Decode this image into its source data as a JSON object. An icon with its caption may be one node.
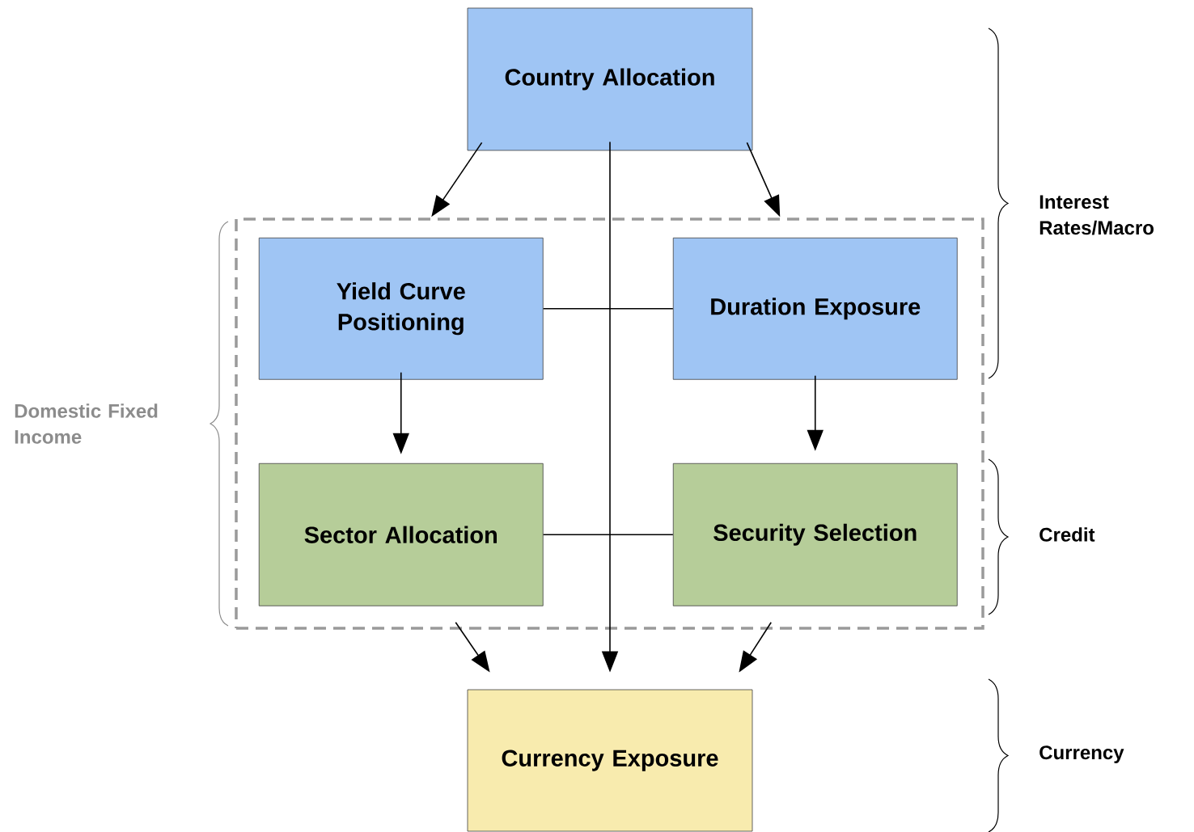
{
  "diagram": {
    "nodes": [
      {
        "text": [
          "Country Allocation"
        ]
      },
      {
        "text": [
          "Domestic Fixed Income"
        ]
      },
      {
        "text": [
          "Yield Curve Positioning"
        ],
        "in": 1
      },
      {
        "text": [
          "Duration Exposure"
        ],
        "in": 1
      },
      {
        "text": [
          "Sector Allocation"
        ],
        "in": 1
      },
      {
        "text": [
          "Security Selection"
        ],
        "in": 1
      },
      {
        "text": [
          "Currency Exposure"
        ]
      }
    ],
    "edges": [
      {
        "from": 0,
        "to": 1,
        "arrow": "to"
      },
      {
        "from": 0,
        "to": 6,
        "arrow": "to"
      },
      {
        "from": 0,
        "to": 1,
        "arrow": "to"
      },
      {
        "from": 2,
        "to": 3,
        "arrow": "none"
      },
      {
        "from": 2,
        "to": 4,
        "arrow": "to"
      },
      {
        "from": 3,
        "to": 5,
        "arrow": "to"
      },
      {
        "from": 4,
        "to": 5,
        "arrow": "none"
      },
      {
        "from": 1,
        "to": 6,
        "arrow": "to"
      },
      {
        "from": 1,
        "to": 6,
        "arrow": "to"
      }
    ],
    "labels": [
      "Interest Rates/Macro",
      "Credit",
      "Currency"
    ]
  }
}
